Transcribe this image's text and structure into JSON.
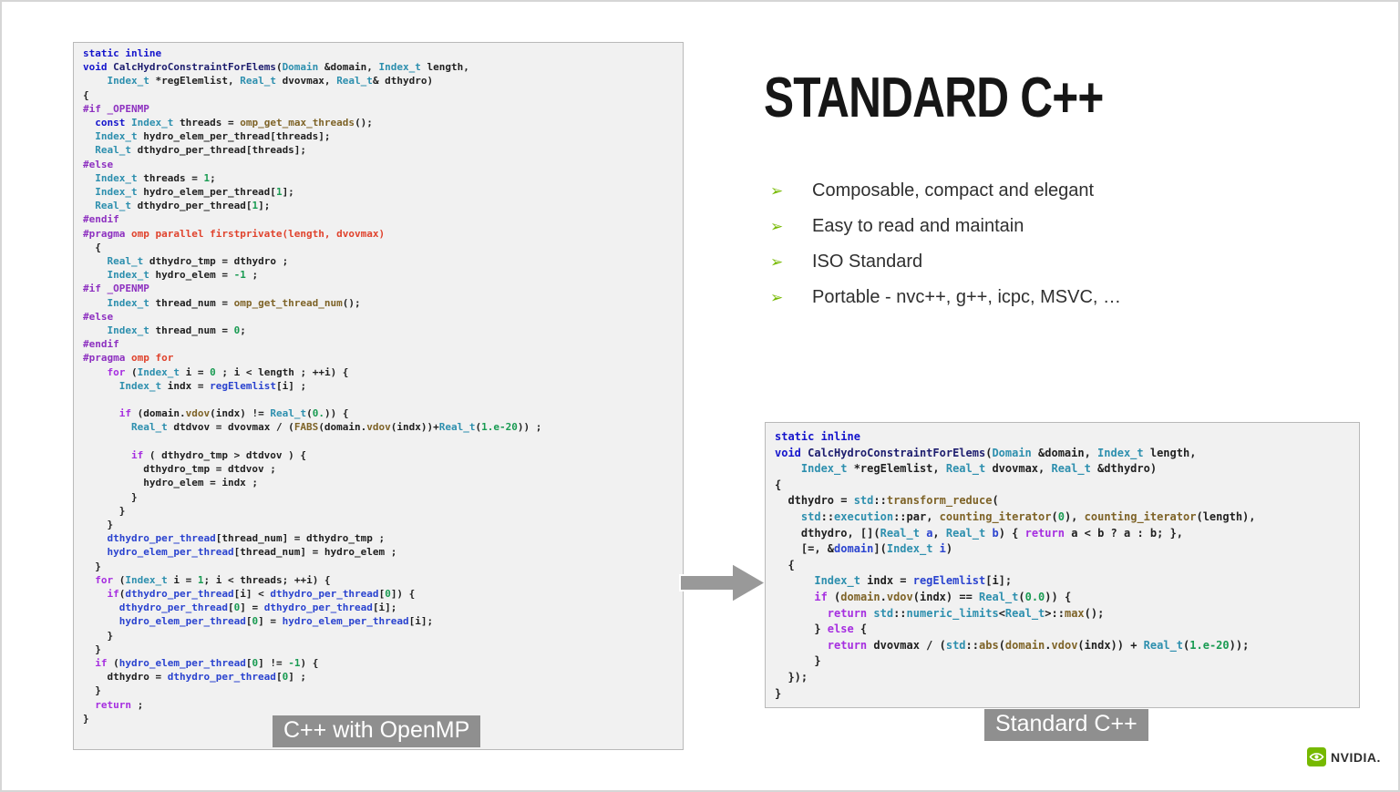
{
  "slide": {
    "title": "STANDARD C++",
    "bullets": [
      "Composable, compact and elegant",
      "Easy to read and maintain",
      "ISO Standard",
      "Portable - nvc++, g++, icpc, MSVC, …"
    ],
    "bullet_glyph": "➢",
    "brand": "NVIDIA.",
    "colors": {
      "nvidia_green": "#76b900",
      "caption_gray": "#8f8f8f",
      "code_background": "#f1f1f1",
      "arrow_gray": "#999999"
    }
  },
  "code_blocks": {
    "openmp": {
      "caption": "C++ with OpenMP",
      "lines": [
        [
          [
            "kw",
            "static inline"
          ]
        ],
        [
          [
            "kw",
            "void "
          ],
          [
            "fm",
            "CalcHydroConstraintForElems"
          ],
          [
            "p",
            "("
          ],
          [
            "ty",
            "Domain"
          ],
          [
            "p",
            " &domain, "
          ],
          [
            "ty",
            "Index_t"
          ],
          [
            "p",
            " length,"
          ]
        ],
        [
          [
            "p",
            "    "
          ],
          [
            "ty",
            "Index_t"
          ],
          [
            "p",
            " *regElemlist, "
          ],
          [
            "ty",
            "Real_t"
          ],
          [
            "p",
            " dvovmax, "
          ],
          [
            "ty",
            "Real_t"
          ],
          [
            "p",
            "& dthydro)"
          ]
        ],
        [
          [
            "p",
            "{"
          ]
        ],
        [
          [
            "pp",
            "#if _OPENMP"
          ]
        ],
        [
          [
            "p",
            "  "
          ],
          [
            "kw",
            "const"
          ],
          [
            "p",
            " "
          ],
          [
            "ty",
            "Index_t"
          ],
          [
            "p",
            " threads = "
          ],
          [
            "fn",
            "omp_get_max_threads"
          ],
          [
            "p",
            "();"
          ]
        ],
        [
          [
            "p",
            "  "
          ],
          [
            "ty",
            "Index_t"
          ],
          [
            "p",
            " hydro_elem_per_thread[threads];"
          ]
        ],
        [
          [
            "p",
            "  "
          ],
          [
            "ty",
            "Real_t"
          ],
          [
            "p",
            " dthydro_per_thread[threads];"
          ]
        ],
        [
          [
            "pp",
            "#else"
          ]
        ],
        [
          [
            "p",
            "  "
          ],
          [
            "ty",
            "Index_t"
          ],
          [
            "p",
            " threads = "
          ],
          [
            "nu",
            "1"
          ],
          [
            "p",
            ";"
          ]
        ],
        [
          [
            "p",
            "  "
          ],
          [
            "ty",
            "Index_t"
          ],
          [
            "p",
            " hydro_elem_per_thread["
          ],
          [
            "nu",
            "1"
          ],
          [
            "p",
            "];"
          ]
        ],
        [
          [
            "p",
            "  "
          ],
          [
            "ty",
            "Real_t"
          ],
          [
            "p",
            " dthydro_per_thread["
          ],
          [
            "nu",
            "1"
          ],
          [
            "p",
            "];"
          ]
        ],
        [
          [
            "pp",
            "#endif"
          ]
        ],
        [
          [
            "pp",
            "#pragma "
          ],
          [
            "pr",
            "omp parallel firstprivate(length, dvovmax)"
          ]
        ],
        [
          [
            "p",
            "  {"
          ]
        ],
        [
          [
            "p",
            "    "
          ],
          [
            "ty",
            "Real_t"
          ],
          [
            "p",
            " dthydro_tmp = dthydro ;"
          ]
        ],
        [
          [
            "p",
            "    "
          ],
          [
            "ty",
            "Index_t"
          ],
          [
            "p",
            " hydro_elem = "
          ],
          [
            "nu",
            "-1"
          ],
          [
            "p",
            " ;"
          ]
        ],
        [
          [
            "pp",
            "#if _OPENMP"
          ]
        ],
        [
          [
            "p",
            "    "
          ],
          [
            "ty",
            "Index_t"
          ],
          [
            "p",
            " thread_num = "
          ],
          [
            "fn",
            "omp_get_thread_num"
          ],
          [
            "p",
            "();"
          ]
        ],
        [
          [
            "pp",
            "#else"
          ]
        ],
        [
          [
            "p",
            "    "
          ],
          [
            "ty",
            "Index_t"
          ],
          [
            "p",
            " thread_num = "
          ],
          [
            "nu",
            "0"
          ],
          [
            "p",
            ";"
          ]
        ],
        [
          [
            "pp",
            "#endif"
          ]
        ],
        [
          [
            "pp",
            "#pragma "
          ],
          [
            "pr",
            "omp for"
          ]
        ],
        [
          [
            "p",
            "    "
          ],
          [
            "ct",
            "for"
          ],
          [
            "p",
            " ("
          ],
          [
            "ty",
            "Index_t"
          ],
          [
            "p",
            " i = "
          ],
          [
            "nu",
            "0"
          ],
          [
            "p",
            " ; i < length ; ++i) {"
          ]
        ],
        [
          [
            "p",
            "      "
          ],
          [
            "ty",
            "Index_t"
          ],
          [
            "p",
            " indx = "
          ],
          [
            "vr",
            "regElemlist"
          ],
          [
            "p",
            "[i] ;"
          ]
        ],
        [],
        [
          [
            "p",
            "      "
          ],
          [
            "ct",
            "if"
          ],
          [
            "p",
            " (domain."
          ],
          [
            "fn",
            "vdov"
          ],
          [
            "p",
            "(indx) != "
          ],
          [
            "ty",
            "Real_t"
          ],
          [
            "p",
            "("
          ],
          [
            "nu",
            "0."
          ],
          [
            "p",
            ")) {"
          ]
        ],
        [
          [
            "p",
            "        "
          ],
          [
            "ty",
            "Real_t"
          ],
          [
            "p",
            " dtdvov = dvovmax / ("
          ],
          [
            "fn",
            "FABS"
          ],
          [
            "p",
            "(domain."
          ],
          [
            "fn",
            "vdov"
          ],
          [
            "p",
            "(indx))+"
          ],
          [
            "ty",
            "Real_t"
          ],
          [
            "p",
            "("
          ],
          [
            "nu",
            "1.e-20"
          ],
          [
            "p",
            ")) ;"
          ]
        ],
        [],
        [
          [
            "p",
            "        "
          ],
          [
            "ct",
            "if"
          ],
          [
            "p",
            " ( dthydro_tmp > dtdvov ) {"
          ]
        ],
        [
          [
            "p",
            "          dthydro_tmp = dtdvov ;"
          ]
        ],
        [
          [
            "p",
            "          hydro_elem = indx ;"
          ]
        ],
        [
          [
            "p",
            "        }"
          ]
        ],
        [
          [
            "p",
            "      }"
          ]
        ],
        [
          [
            "p",
            "    }"
          ]
        ],
        [
          [
            "p",
            "    "
          ],
          [
            "vr",
            "dthydro_per_thread"
          ],
          [
            "p",
            "[thread_num] = dthydro_tmp ;"
          ]
        ],
        [
          [
            "p",
            "    "
          ],
          [
            "vr",
            "hydro_elem_per_thread"
          ],
          [
            "p",
            "[thread_num] = hydro_elem ;"
          ]
        ],
        [
          [
            "p",
            "  }"
          ]
        ],
        [
          [
            "p",
            "  "
          ],
          [
            "ct",
            "for"
          ],
          [
            "p",
            " ("
          ],
          [
            "ty",
            "Index_t"
          ],
          [
            "p",
            " i = "
          ],
          [
            "nu",
            "1"
          ],
          [
            "p",
            "; i < threads; ++i) {"
          ]
        ],
        [
          [
            "p",
            "    "
          ],
          [
            "ct",
            "if"
          ],
          [
            "p",
            "("
          ],
          [
            "vr",
            "dthydro_per_thread"
          ],
          [
            "p",
            "[i] < "
          ],
          [
            "vr",
            "dthydro_per_thread"
          ],
          [
            "p",
            "["
          ],
          [
            "nu",
            "0"
          ],
          [
            "p",
            "]) {"
          ]
        ],
        [
          [
            "p",
            "      "
          ],
          [
            "vr",
            "dthydro_per_thread"
          ],
          [
            "p",
            "["
          ],
          [
            "nu",
            "0"
          ],
          [
            "p",
            "] = "
          ],
          [
            "vr",
            "dthydro_per_thread"
          ],
          [
            "p",
            "[i];"
          ]
        ],
        [
          [
            "p",
            "      "
          ],
          [
            "vr",
            "hydro_elem_per_thread"
          ],
          [
            "p",
            "["
          ],
          [
            "nu",
            "0"
          ],
          [
            "p",
            "] = "
          ],
          [
            "vr",
            "hydro_elem_per_thread"
          ],
          [
            "p",
            "[i];"
          ]
        ],
        [
          [
            "p",
            "    }"
          ]
        ],
        [
          [
            "p",
            "  }"
          ]
        ],
        [
          [
            "p",
            "  "
          ],
          [
            "ct",
            "if"
          ],
          [
            "p",
            " ("
          ],
          [
            "vr",
            "hydro_elem_per_thread"
          ],
          [
            "p",
            "["
          ],
          [
            "nu",
            "0"
          ],
          [
            "p",
            "] != "
          ],
          [
            "nu",
            "-1"
          ],
          [
            "p",
            ") {"
          ]
        ],
        [
          [
            "p",
            "    dthydro = "
          ],
          [
            "vr",
            "dthydro_per_thread"
          ],
          [
            "p",
            "["
          ],
          [
            "nu",
            "0"
          ],
          [
            "p",
            "] ;"
          ]
        ],
        [
          [
            "p",
            "  }"
          ]
        ],
        [
          [
            "p",
            "  "
          ],
          [
            "ct",
            "return"
          ],
          [
            "p",
            " ;"
          ]
        ],
        [
          [
            "p",
            "}"
          ]
        ]
      ]
    },
    "stdpar": {
      "caption": "Standard C++",
      "lines": [
        [
          [
            "kw",
            "static inline"
          ]
        ],
        [
          [
            "kw",
            "void "
          ],
          [
            "fm",
            "CalcHydroConstraintForElems"
          ],
          [
            "p",
            "("
          ],
          [
            "ty",
            "Domain"
          ],
          [
            "p",
            " &domain, "
          ],
          [
            "ty",
            "Index_t"
          ],
          [
            "p",
            " length,"
          ]
        ],
        [
          [
            "p",
            "    "
          ],
          [
            "ty",
            "Index_t"
          ],
          [
            "p",
            " *regElemlist, "
          ],
          [
            "ty",
            "Real_t"
          ],
          [
            "p",
            " dvovmax, "
          ],
          [
            "ty",
            "Real_t"
          ],
          [
            "p",
            " &dthydro)"
          ]
        ],
        [
          [
            "p",
            "{"
          ]
        ],
        [
          [
            "p",
            "  dthydro = "
          ],
          [
            "ty",
            "std"
          ],
          [
            "p",
            "::"
          ],
          [
            "fn",
            "transform_reduce"
          ],
          [
            "p",
            "("
          ]
        ],
        [
          [
            "p",
            "    "
          ],
          [
            "ty",
            "std"
          ],
          [
            "p",
            "::"
          ],
          [
            "ty",
            "execution"
          ],
          [
            "p",
            "::par, "
          ],
          [
            "fn",
            "counting_iterator"
          ],
          [
            "p",
            "("
          ],
          [
            "nu",
            "0"
          ],
          [
            "p",
            "), "
          ],
          [
            "fn",
            "counting_iterator"
          ],
          [
            "p",
            "(length),"
          ]
        ],
        [
          [
            "p",
            "    dthydro, []("
          ],
          [
            "ty",
            "Real_t"
          ],
          [
            "p",
            " "
          ],
          [
            "vr",
            "a"
          ],
          [
            "p",
            ", "
          ],
          [
            "ty",
            "Real_t"
          ],
          [
            "p",
            " "
          ],
          [
            "vr",
            "b"
          ],
          [
            "p",
            ") { "
          ],
          [
            "ct",
            "return"
          ],
          [
            "p",
            " a < b ? a : b; },"
          ]
        ],
        [
          [
            "p",
            "    [=, &"
          ],
          [
            "vr",
            "domain"
          ],
          [
            "p",
            "]("
          ],
          [
            "ty",
            "Index_t"
          ],
          [
            "p",
            " "
          ],
          [
            "vr",
            "i"
          ],
          [
            "p",
            ")"
          ]
        ],
        [
          [
            "p",
            "  {"
          ]
        ],
        [
          [
            "p",
            "      "
          ],
          [
            "ty",
            "Index_t"
          ],
          [
            "p",
            " indx = "
          ],
          [
            "vr",
            "regElemlist"
          ],
          [
            "p",
            "[i];"
          ]
        ],
        [
          [
            "p",
            "      "
          ],
          [
            "ct",
            "if"
          ],
          [
            "p",
            " ("
          ],
          [
            "fn",
            "domain"
          ],
          [
            "p",
            "."
          ],
          [
            "fn",
            "vdov"
          ],
          [
            "p",
            "(indx) == "
          ],
          [
            "ty",
            "Real_t"
          ],
          [
            "p",
            "("
          ],
          [
            "nu",
            "0.0"
          ],
          [
            "p",
            ")) {"
          ]
        ],
        [
          [
            "p",
            "        "
          ],
          [
            "ct",
            "return"
          ],
          [
            "p",
            " "
          ],
          [
            "ty",
            "std"
          ],
          [
            "p",
            "::"
          ],
          [
            "ty",
            "numeric_limits"
          ],
          [
            "p",
            "<"
          ],
          [
            "ty",
            "Real_t"
          ],
          [
            "p",
            ">::"
          ],
          [
            "fn",
            "max"
          ],
          [
            "p",
            "();"
          ]
        ],
        [
          [
            "p",
            "      } "
          ],
          [
            "ct",
            "else"
          ],
          [
            "p",
            " {"
          ]
        ],
        [
          [
            "p",
            "        "
          ],
          [
            "ct",
            "return"
          ],
          [
            "p",
            " dvovmax / ("
          ],
          [
            "ty",
            "std"
          ],
          [
            "p",
            "::"
          ],
          [
            "fn",
            "abs"
          ],
          [
            "p",
            "("
          ],
          [
            "fn",
            "domain"
          ],
          [
            "p",
            "."
          ],
          [
            "fn",
            "vdov"
          ],
          [
            "p",
            "(indx)) + "
          ],
          [
            "ty",
            "Real_t"
          ],
          [
            "p",
            "("
          ],
          [
            "nu",
            "1.e-20"
          ],
          [
            "p",
            "));"
          ]
        ],
        [
          [
            "p",
            "      }"
          ]
        ],
        [
          [
            "p",
            "  });"
          ]
        ],
        [
          [
            "p",
            "}"
          ]
        ]
      ]
    }
  }
}
